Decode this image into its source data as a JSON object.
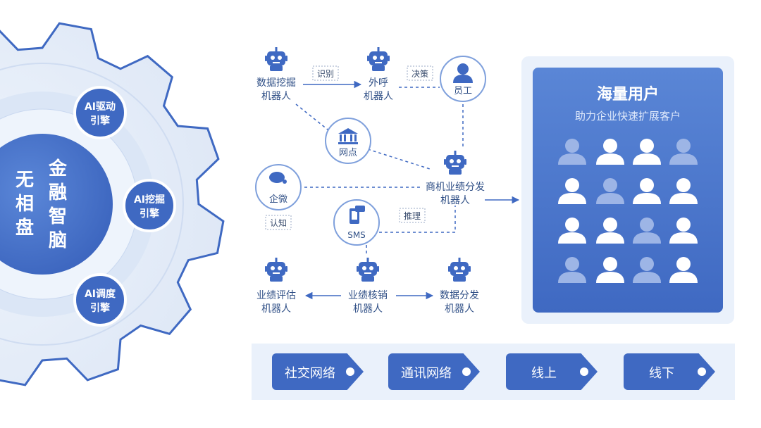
{
  "gear": {
    "center_title": [
      "无",
      "相",
      "盘"
    ],
    "center_subtitle": [
      "金",
      "融",
      "智",
      "脑"
    ],
    "engines": [
      "AI驱动",
      "引擎",
      "AI挖掘",
      "引擎",
      "AI调度",
      "引擎"
    ]
  },
  "nodes": {
    "data_mining_robot": [
      "数据挖掘",
      "机器人"
    ],
    "outbound_call_robot": [
      "外呼",
      "机器人"
    ],
    "employee": "员工",
    "branch": "网点",
    "wecom": "企微",
    "opportunity_robot": [
      "商机业绩分发",
      "机器人"
    ],
    "sms": "SMS",
    "performance_eval_robot": [
      "业绩评估",
      "机器人"
    ],
    "performance_verify_robot": [
      "业绩核销",
      "机器人"
    ],
    "data_dispatch_robot": [
      "数据分发",
      "机器人"
    ]
  },
  "edge_labels": {
    "recognize": "识别",
    "decide": "决策",
    "cognize": "认知",
    "infer": "推理"
  },
  "users_panel": {
    "title": "海量用户",
    "subtitle": "助力企业快速扩展客户"
  },
  "channels": [
    "社交网络",
    "通讯网络",
    "线上",
    "线下"
  ],
  "colors": {
    "primary": "#3f69c2",
    "light": "#eaf1fb",
    "text": "#2f4f86"
  }
}
